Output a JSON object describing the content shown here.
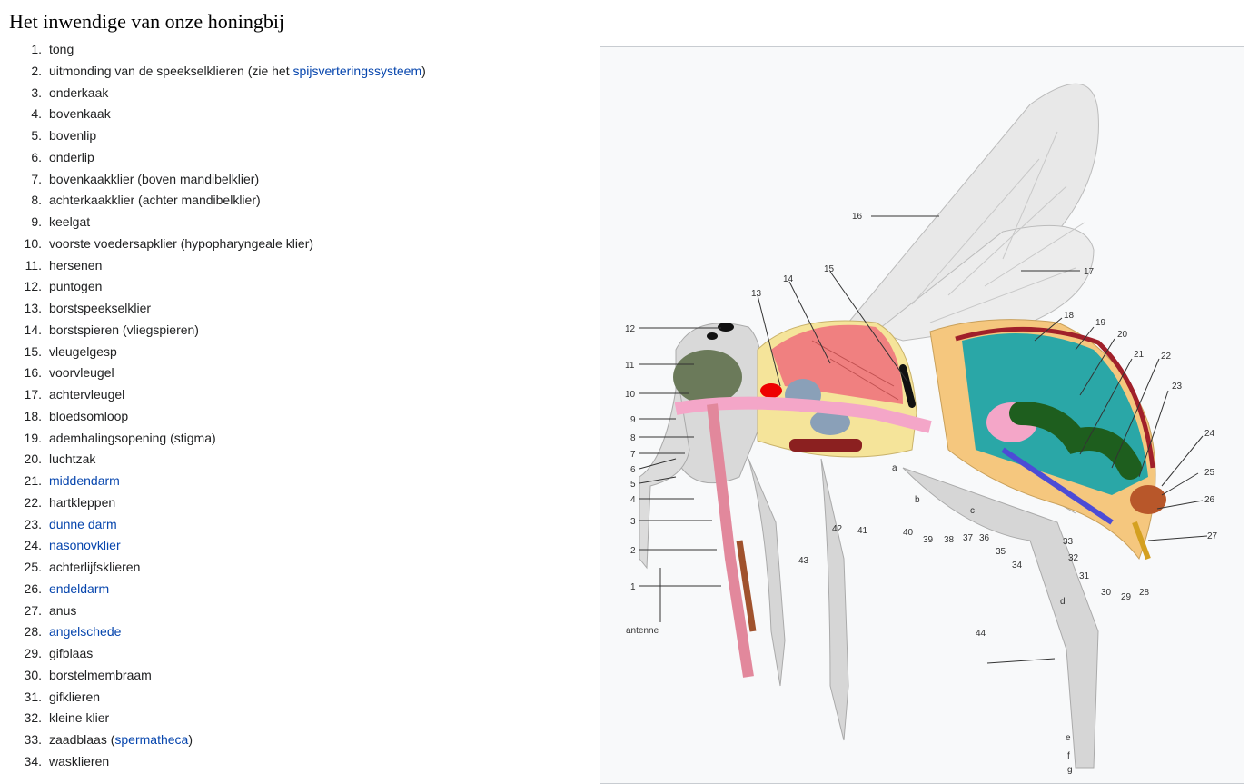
{
  "heading": "Het inwendige van onze honingbij",
  "items": [
    {
      "n": "1.",
      "parts": [
        {
          "t": "tong"
        }
      ]
    },
    {
      "n": "2.",
      "parts": [
        {
          "t": "uitmonding van de speekselklieren (zie het "
        },
        {
          "t": "spijsverteringssysteem",
          "link": true
        },
        {
          "t": ")"
        }
      ]
    },
    {
      "n": "3.",
      "parts": [
        {
          "t": "onderkaak"
        }
      ]
    },
    {
      "n": "4.",
      "parts": [
        {
          "t": "bovenkaak"
        }
      ]
    },
    {
      "n": "5.",
      "parts": [
        {
          "t": "bovenlip"
        }
      ]
    },
    {
      "n": "6.",
      "parts": [
        {
          "t": "onderlip"
        }
      ]
    },
    {
      "n": "7.",
      "parts": [
        {
          "t": "bovenkaakklier (boven mandibelklier)"
        }
      ]
    },
    {
      "n": "8.",
      "parts": [
        {
          "t": "achterkaakklier (achter mandibelklier)"
        }
      ]
    },
    {
      "n": "9.",
      "parts": [
        {
          "t": "keelgat"
        }
      ]
    },
    {
      "n": "10.",
      "parts": [
        {
          "t": "voorste voedersapklier (hypopharyngeale klier)"
        }
      ]
    },
    {
      "n": "11.",
      "parts": [
        {
          "t": "hersenen"
        }
      ]
    },
    {
      "n": "12.",
      "parts": [
        {
          "t": "puntogen"
        }
      ]
    },
    {
      "n": "13.",
      "parts": [
        {
          "t": "borstspeekselklier"
        }
      ]
    },
    {
      "n": "14.",
      "parts": [
        {
          "t": "borstspieren (vliegspieren)"
        }
      ]
    },
    {
      "n": "15.",
      "parts": [
        {
          "t": "vleugelgesp"
        }
      ]
    },
    {
      "n": "16.",
      "parts": [
        {
          "t": "voorvleugel"
        }
      ]
    },
    {
      "n": "17.",
      "parts": [
        {
          "t": "achtervleugel"
        }
      ]
    },
    {
      "n": "18.",
      "parts": [
        {
          "t": "bloedsomloop"
        }
      ]
    },
    {
      "n": "19.",
      "parts": [
        {
          "t": "ademhalingsopening (stigma)"
        }
      ]
    },
    {
      "n": "20.",
      "parts": [
        {
          "t": "luchtzak"
        }
      ]
    },
    {
      "n": "21.",
      "parts": [
        {
          "t": "middendarm",
          "link": true
        }
      ]
    },
    {
      "n": "22.",
      "parts": [
        {
          "t": "hartkleppen"
        }
      ]
    },
    {
      "n": "23.",
      "parts": [
        {
          "t": "dunne darm",
          "link": true
        }
      ]
    },
    {
      "n": "24.",
      "parts": [
        {
          "t": "nasonovklier",
          "link": true
        }
      ]
    },
    {
      "n": "25.",
      "parts": [
        {
          "t": "achterlijfsklieren"
        }
      ]
    },
    {
      "n": "26.",
      "parts": [
        {
          "t": "endeldarm",
          "link": true
        }
      ]
    },
    {
      "n": "27.",
      "parts": [
        {
          "t": "anus"
        }
      ]
    },
    {
      "n": "28.",
      "parts": [
        {
          "t": "angelschede",
          "link": true
        }
      ]
    },
    {
      "n": "29.",
      "parts": [
        {
          "t": "gifblaas"
        }
      ]
    },
    {
      "n": "30.",
      "parts": [
        {
          "t": "borstelmembraam"
        }
      ]
    },
    {
      "n": "31.",
      "parts": [
        {
          "t": "gifklieren"
        }
      ]
    },
    {
      "n": "32.",
      "parts": [
        {
          "t": "kleine klier"
        }
      ]
    },
    {
      "n": "33.",
      "parts": [
        {
          "t": "zaadblaas ("
        },
        {
          "t": "spermatheca",
          "link": true
        },
        {
          "t": ")"
        }
      ]
    },
    {
      "n": "34.",
      "parts": [
        {
          "t": "wasklieren"
        }
      ]
    }
  ],
  "diagram": {
    "antenna_label": "antenne",
    "labels": [
      "1",
      "2",
      "3",
      "4",
      "5",
      "6",
      "7",
      "8",
      "9",
      "10",
      "11",
      "12",
      "13",
      "14",
      "15",
      "16",
      "17",
      "18",
      "19",
      "20",
      "21",
      "22",
      "23",
      "24",
      "25",
      "26",
      "27",
      "28",
      "29",
      "30",
      "31",
      "32",
      "33",
      "34",
      "35",
      "36",
      "37",
      "38",
      "39",
      "40",
      "41",
      "42",
      "43",
      "44",
      "a",
      "b",
      "c",
      "d",
      "e",
      "f",
      "g"
    ]
  },
  "colors": {
    "link": "#0645ad",
    "muscle": "#f08080",
    "gut": "#2e7d32",
    "tissue": "#f5d76e",
    "airsac": "#2aa7a7"
  }
}
